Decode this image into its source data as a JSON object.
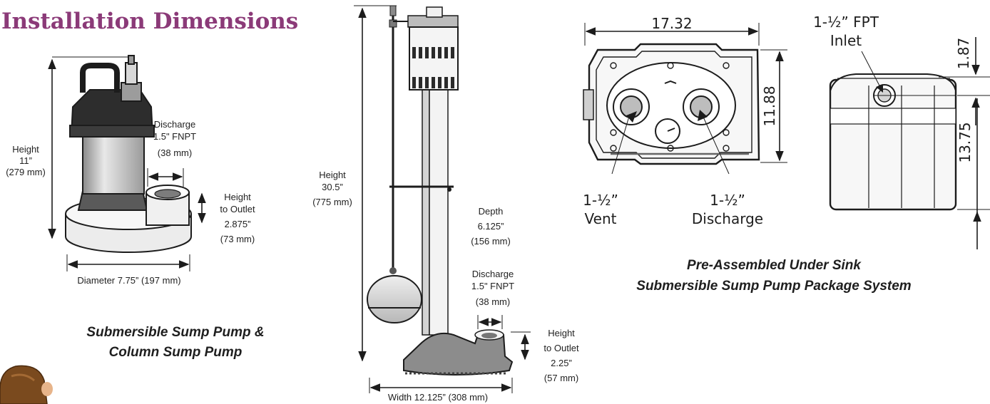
{
  "page": {
    "title": "Installation Dimensions"
  },
  "submersible_pump": {
    "height_label": "Height",
    "height_value": "11”",
    "height_metric": "(279 mm)",
    "discharge_label": "Discharge",
    "discharge_size": "1.5\" FNPT",
    "discharge_metric": "(38 mm)",
    "outlet_line1": "Height",
    "outlet_line2": "to Outlet",
    "outlet_value": "2.875”",
    "outlet_metric": "(73 mm)",
    "diameter_label": "Diameter 7.75” (197 mm)",
    "caption_line1": "Submersible Sump Pump &",
    "caption_line2": "Column Sump Pump"
  },
  "column_pump": {
    "height_label": "Height",
    "height_value": "30.5”",
    "height_metric": "(775 mm)",
    "depth_label": "Depth",
    "depth_value": "6.125”",
    "depth_metric": "(156 mm)",
    "discharge_label": "Discharge",
    "discharge_size": "1.5\" FNPT",
    "discharge_metric": "(38 mm)",
    "outlet_line1": "Height",
    "outlet_line2": "to Outlet",
    "outlet_value": "2.25”",
    "outlet_metric": "(57 mm)",
    "width_label": "Width 12.125” (308 mm)"
  },
  "sink_system": {
    "width_value": "17.32",
    "depth_value": "11.88",
    "vent_size": "1-½”",
    "vent_label": "Vent",
    "discharge_size": "1-½”",
    "discharge_label": "Discharge",
    "inlet_size": "1-½” FPT",
    "inlet_label": "Inlet",
    "inlet_offset": "1.87",
    "height_value": "13.75",
    "caption_line1": "Pre-Assembled Under Sink",
    "caption_line2": "Submersible Sump Pump Package System"
  },
  "colors": {
    "title": "#8b3a78",
    "line": "#1c1c1c",
    "gray_body": "#bdbdbd"
  }
}
